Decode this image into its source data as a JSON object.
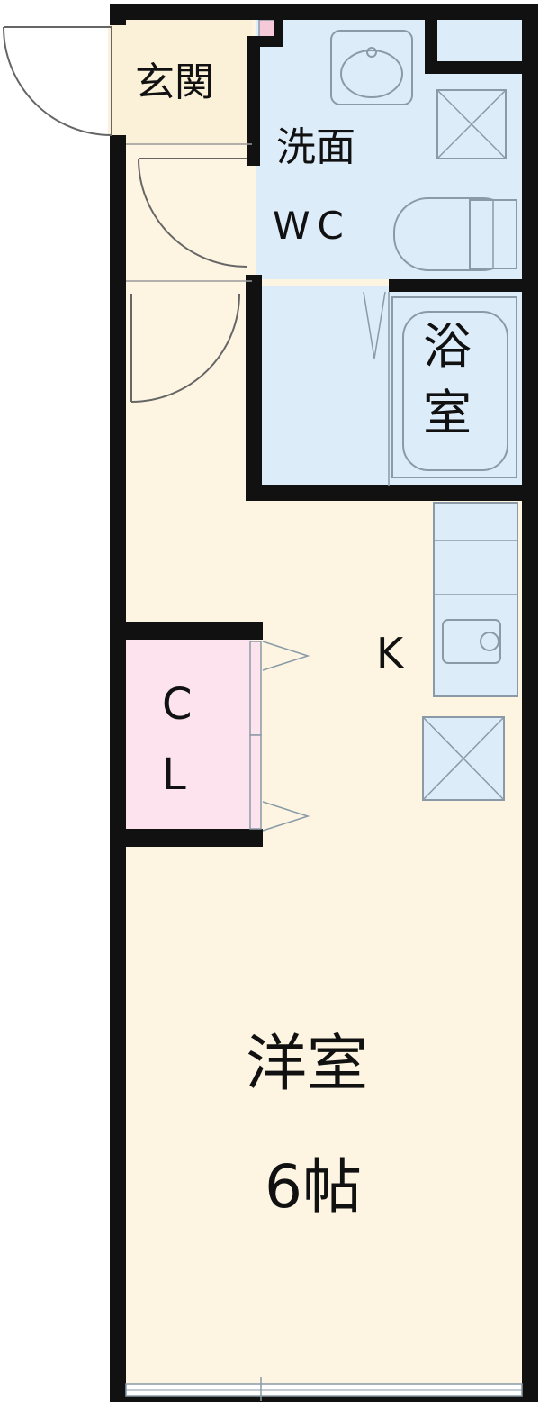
{
  "rooms": {
    "entrance": "玄関",
    "washroom": "洗面",
    "wc": "WC",
    "bath_1": "浴",
    "bath_2": "室",
    "kitchen": "K",
    "closet_1": "C",
    "closet_2": "L",
    "western_room": "洋室",
    "western_room_size": "6帖"
  },
  "colors": {
    "wall": "#111111",
    "living": "#fdf5e2",
    "wet_area": "#dcedf9",
    "closet": "#fce3ee",
    "entrance": "#fbf0d8",
    "accent_pink": "#f6c9d8",
    "fixture_line": "#8a9aa6"
  }
}
